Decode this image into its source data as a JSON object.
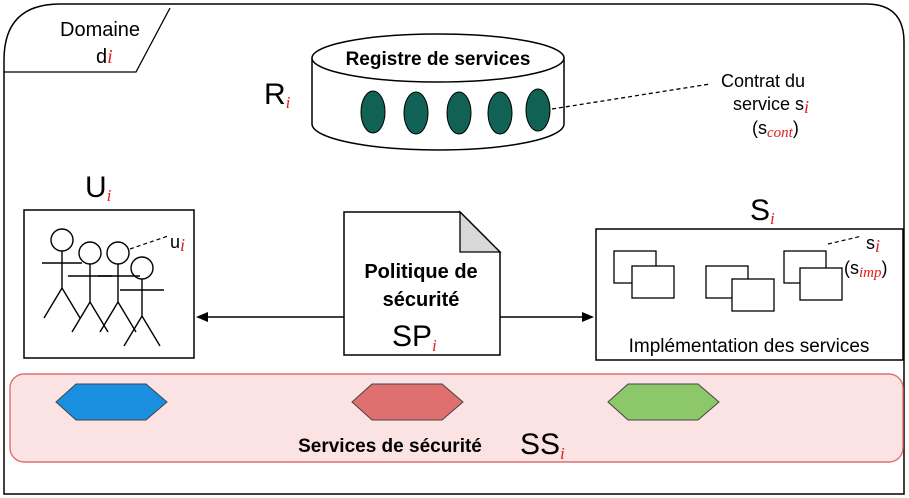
{
  "domain": {
    "label": "Domaine",
    "sub_base": "d",
    "sub_index": "i"
  },
  "registry": {
    "title": "Registre de services",
    "label_base": "R",
    "label_index": "i",
    "contract_line1": "Contrat du",
    "contract_line2": "service s",
    "contract_index": "i",
    "contract_paren_open": "(s",
    "contract_sub": "cont",
    "contract_paren_close": ")"
  },
  "users": {
    "label_base": "U",
    "label_index": "i",
    "member_base": "u",
    "member_index": "i"
  },
  "policy": {
    "line1": "Politique de",
    "line2": "sécurité",
    "label_base": "SP",
    "label_index": "i"
  },
  "services": {
    "label_base": "S",
    "label_index": "i",
    "member_base": "s",
    "member_index": "i",
    "imp_open": "(s",
    "imp_sub": "imp",
    "imp_close": ")",
    "caption": "Implémentation des services"
  },
  "security_services": {
    "caption": "Services de sécurité",
    "label_base": "SS",
    "label_index": "i",
    "colors": {
      "blue": "#1a8fe0",
      "red": "#e07070",
      "green": "#8cc86a"
    }
  },
  "colors": {
    "registry_ellipses": "#116155",
    "band_fill": "#fbe3e3",
    "band_stroke": "#e07070"
  }
}
